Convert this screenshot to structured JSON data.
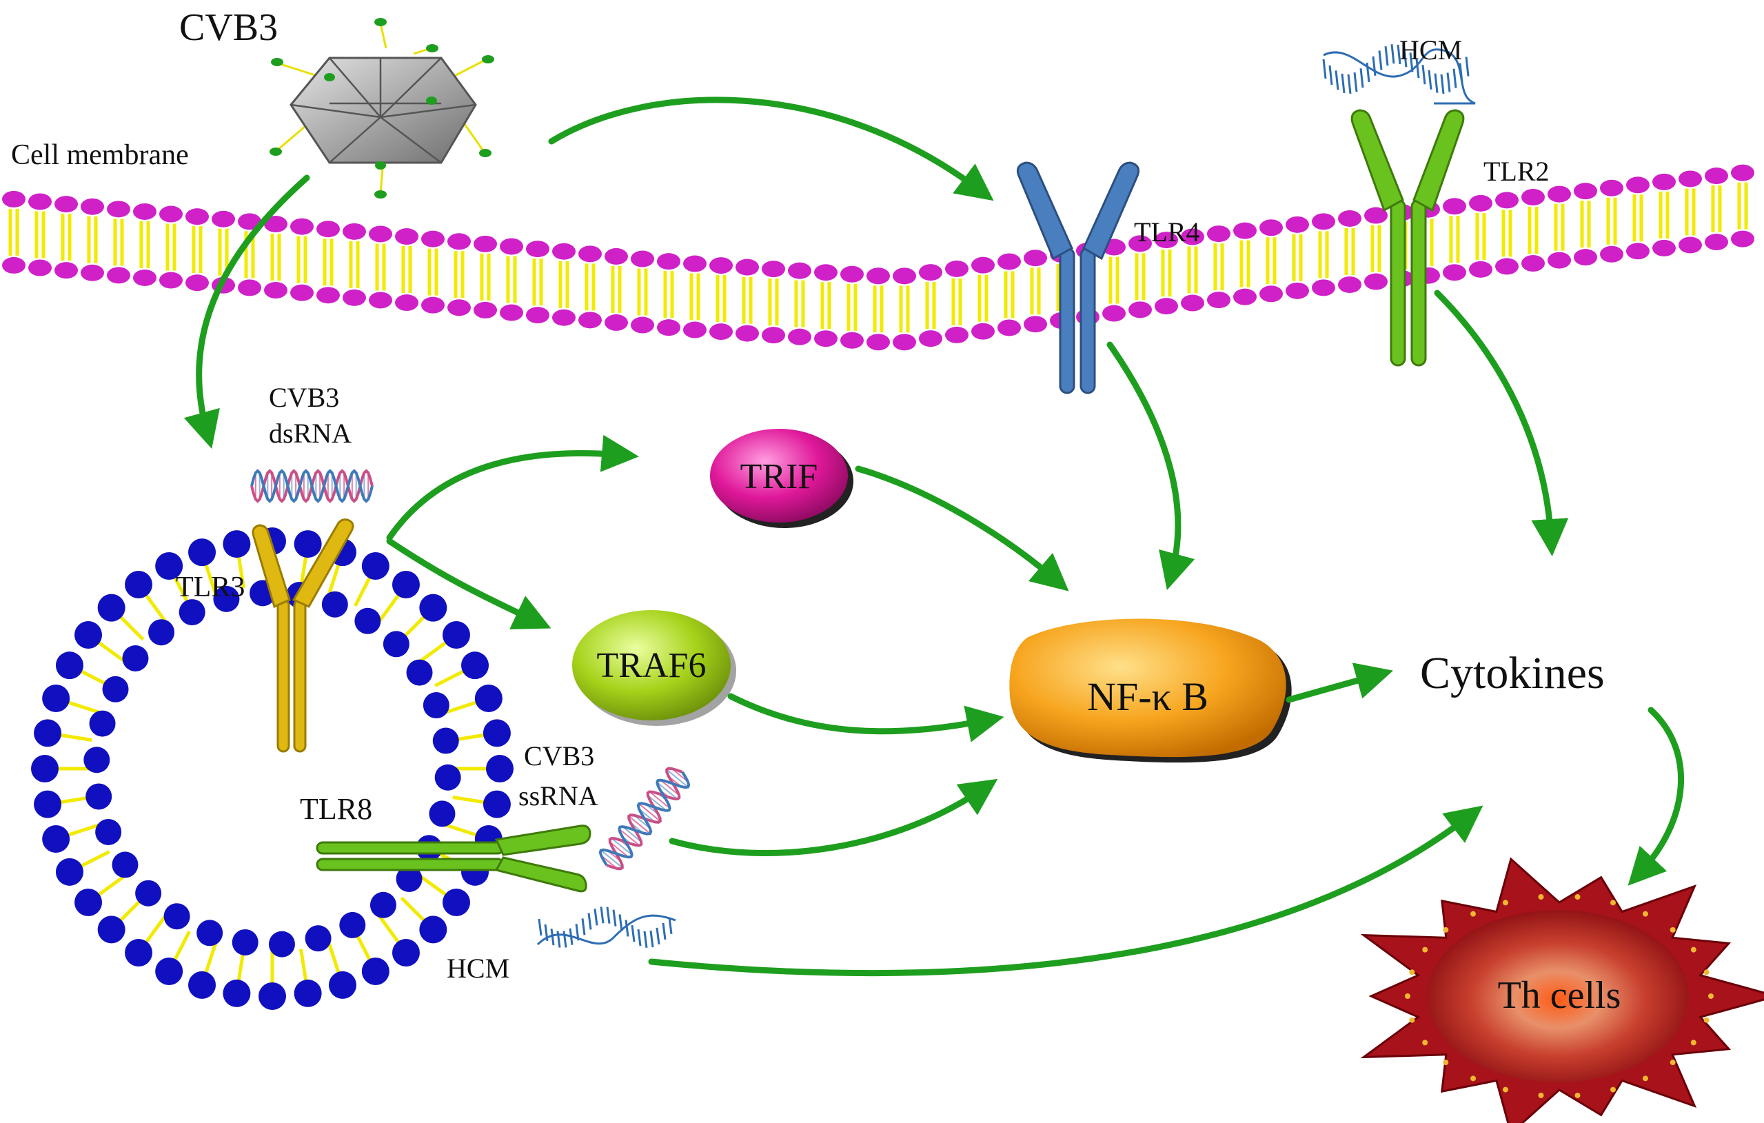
{
  "labels": {
    "virus": "CVB3",
    "cell_membrane": "Cell membrane",
    "hcm_top": "HCM",
    "tlr4": "TLR4",
    "tlr2": "TLR2",
    "dsrna_line1": "CVB3",
    "dsrna_line2": "dsRNA",
    "trif": "TRIF",
    "tlr3": "TLR3",
    "traf6": "TRAF6",
    "nfkb": "NF-κ B",
    "cytokines": "Cytokines",
    "ssrna_line1": "CVB3",
    "ssrna_line2": "ssRNA",
    "tlr8": "TLR8",
    "hcm_bottom": "HCM",
    "th_cells": "Th cells"
  },
  "colors": {
    "arrow": "#1e9e1e",
    "lipid_head_membrane": "#d020c8",
    "lipid_tail": "#f2ea00",
    "lipid_head_endosome": "#1010c0",
    "tlr4": "#4a7fbf",
    "tlr2": "#6ac21e",
    "tlr3": "#e0b812",
    "tlr8": "#6ac21e",
    "trif": "#e0189a",
    "traf6": "#a6d21a",
    "nfkb": "#f7a51f",
    "th_cell": "#a8121a",
    "virus": "#9a9a9a"
  },
  "icons": [
    "virus-icon",
    "dsrna-helix-icon",
    "ssrna-helix-icon",
    "hcm-strand-icon",
    "th-cell-icon"
  ]
}
